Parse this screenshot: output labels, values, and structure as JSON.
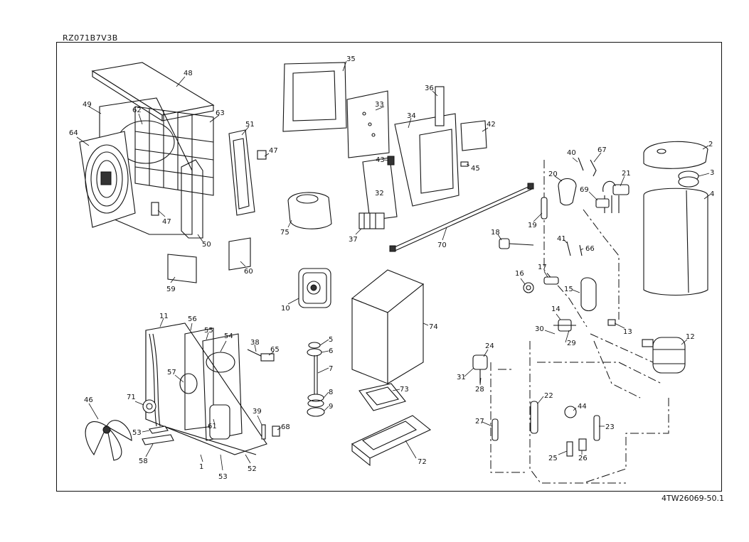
{
  "header": {
    "model": "RZ071B7V3B"
  },
  "footer": {
    "doc_number": "4TW26069-50.1"
  },
  "diagram": {
    "type": "exploded parts diagram",
    "callouts": [
      "1",
      "2",
      "3",
      "4",
      "5",
      "6",
      "7",
      "8",
      "9",
      "10",
      "11",
      "12",
      "13",
      "14",
      "15",
      "16",
      "17",
      "18",
      "19",
      "20",
      "21",
      "22",
      "23",
      "24",
      "25",
      "26",
      "27",
      "28",
      "29",
      "30",
      "31",
      "32",
      "33",
      "34",
      "35",
      "36",
      "37",
      "38",
      "39",
      "40",
      "41",
      "42",
      "43",
      "44",
      "45",
      "46",
      "47",
      "48",
      "49",
      "50",
      "51",
      "52",
      "53",
      "54",
      "55",
      "56",
      "57",
      "58",
      "59",
      "60",
      "61",
      "62",
      "63",
      "64",
      "65",
      "66",
      "67",
      "68",
      "69",
      "70",
      "71",
      "72",
      "73",
      "74",
      "75"
    ]
  }
}
